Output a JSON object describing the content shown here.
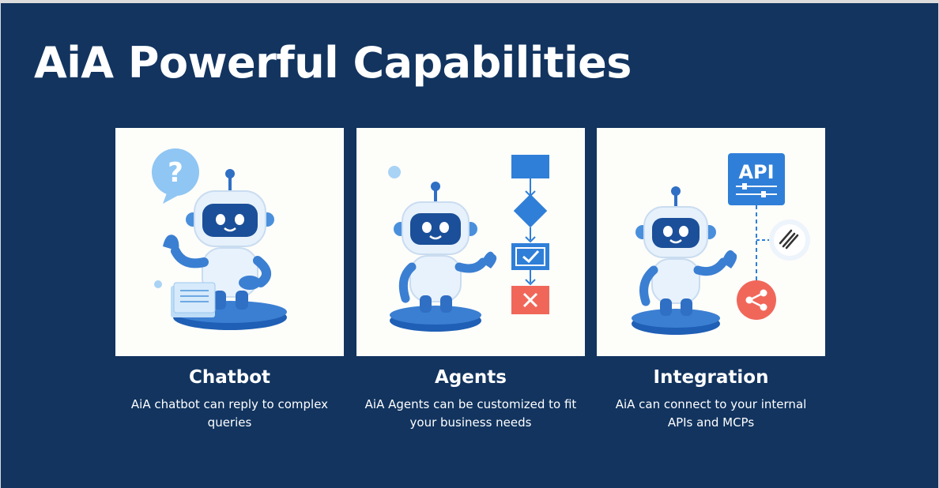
{
  "title": "AiA Powerful Capabilities",
  "cards": [
    {
      "title": "Chatbot",
      "description": "AiA chatbot can reply to complex queries",
      "illustration": "robot-with-question-bubble-and-documents",
      "question_mark": "?"
    },
    {
      "title": "Agents",
      "description": "AiA Agents can be customized to fit your business needs",
      "illustration": "robot-with-workflow-flowchart"
    },
    {
      "title": "Integration",
      "description": "AiA can connect to your internal APIs and MCPs",
      "illustration": "robot-with-api-connections",
      "api_label": "API"
    }
  ],
  "colors": {
    "background": "#12345f",
    "card": "#fdfdfa",
    "robot_blue": "#2f6fc4",
    "accent_red": "#f0675a"
  }
}
